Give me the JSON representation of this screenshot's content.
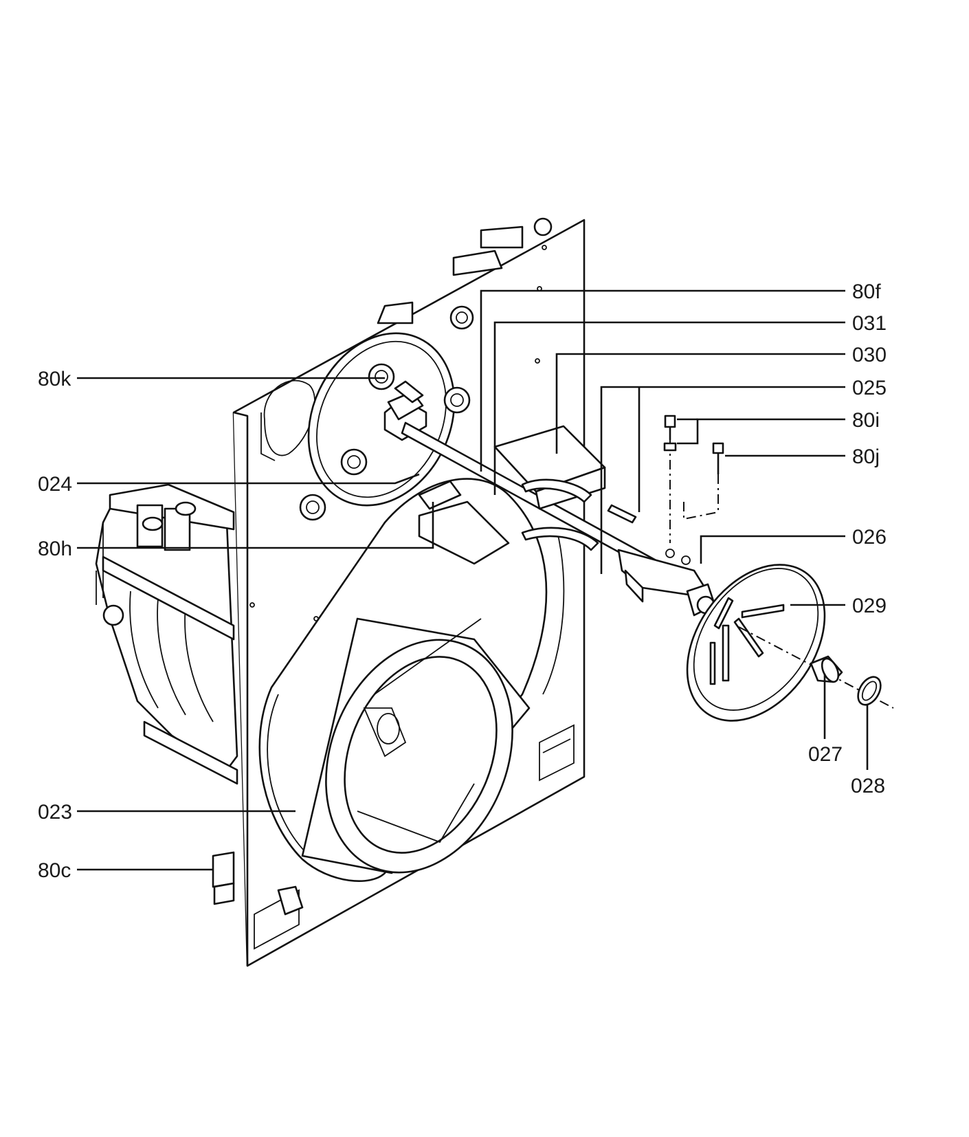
{
  "labels": {
    "p80f": "80f",
    "p031": "031",
    "p030": "030",
    "p025": "025",
    "p80i": "80i",
    "p80j": "80j",
    "p026": "026",
    "p029": "029",
    "p027": "027",
    "p028": "028",
    "p80k": "80k",
    "p024": "024",
    "p80h": "80h",
    "p023": "023",
    "p80c": "80c"
  }
}
